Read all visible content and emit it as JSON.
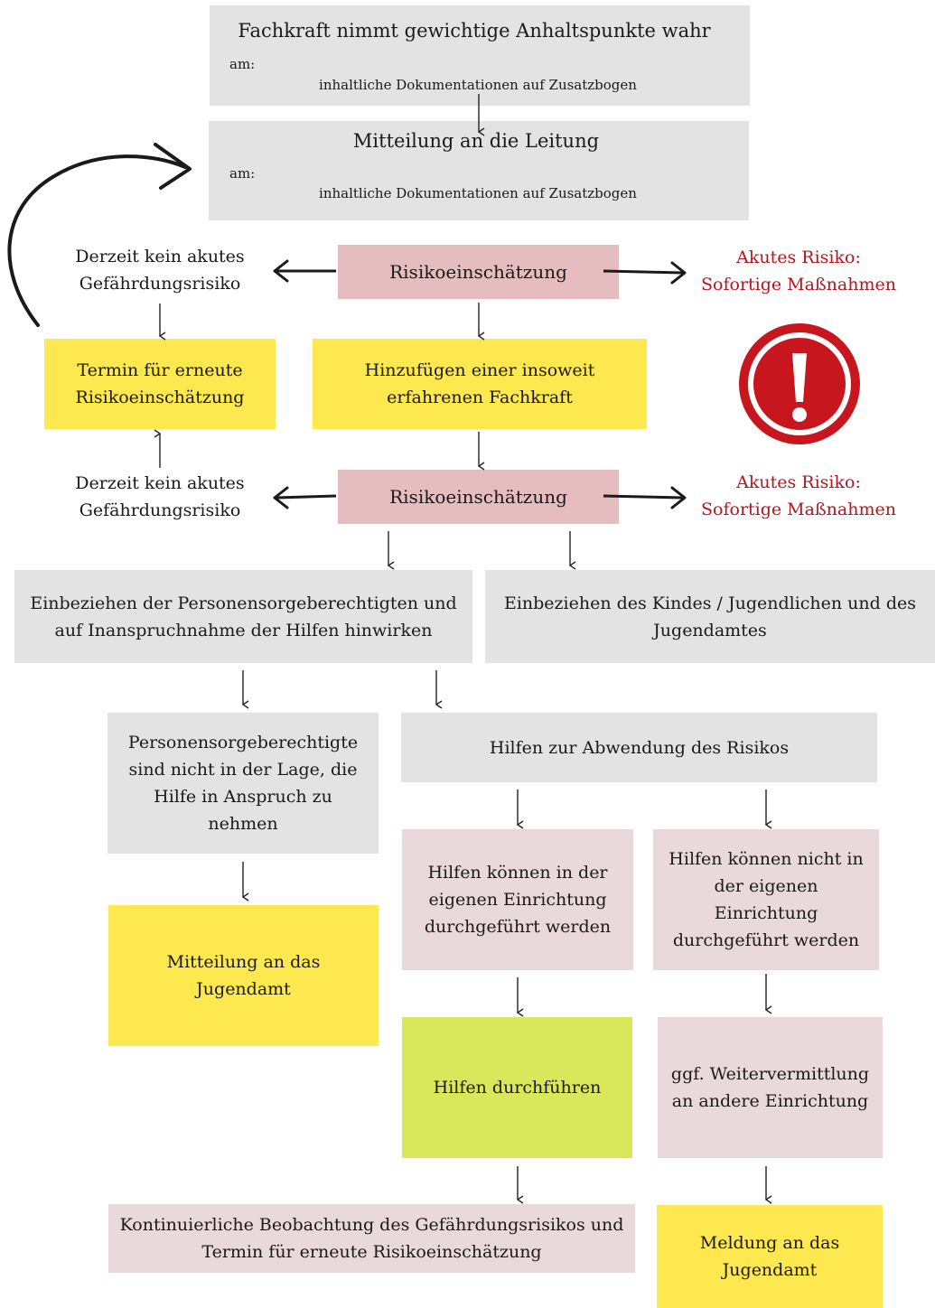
{
  "step1": {
    "title": "Fachkraft nimmt gewichtige Anhaltspunkte wahr",
    "date_label": "am:",
    "doc_note": "inhaltliche Dokumentationen auf Zusatzbogen"
  },
  "step2": {
    "title": "Mitteilung an die Leitung",
    "date_label": "am:",
    "doc_note": "inhaltliche Dokumentationen auf Zusatzbogen"
  },
  "assessment1": {
    "label": "Risikoeinschätzung",
    "no_risk": "Derzeit kein akutes Gefährdungsrisiko",
    "acute_line1": "Akutes Risiko:",
    "acute_line2": "Sofortige Maßnahmen"
  },
  "reassessment_box": "Termin für erneute Risikoeinschätzung",
  "expert_box": "Hinzufügen einer insoweit erfahrenen Fachkraft",
  "assessment2": {
    "label": "Risikoeinschätzung",
    "no_risk": "Derzeit kein akutes Gefährdungsrisiko",
    "acute_line1": "Akutes Risiko:",
    "acute_line2": "Sofortige Maßnahmen"
  },
  "involve_guardians": "Einbeziehen der Personensorgeberechtigten und auf Inanspruchnahme der Hilfen hinwirken",
  "involve_child": "Einbeziehen des Kindes / Jugendlichen und des Jugendamtes",
  "guardians_unable": "Personensorgeberechtigte sind nicht in der Lage, die Hilfe in Anspruch zu nehmen",
  "help_avert": "Hilfen zur Abwendung des Risikos",
  "help_internal": "Hilfen können in der eigenen Einrichtung durchgeführt werden",
  "help_external": "Hilfen können nicht in der eigenen Einrichtung durchgeführt werden",
  "notify_youth_office": "Mitteilung an das Jugendamt",
  "carry_out_help": "Hilfen durchführen",
  "referral": "ggf. Weitervermittlung an andere Einrichtung",
  "continuous_observation": "Kontinuierliche Beobachtung des Gefährdungsrisikos und Termin für erneute Risikoeinschätzung",
  "report_youth_office": "Meldung an das Jugendamt",
  "colors": {
    "gray": "#e3e3e3",
    "pink": "#e6bdbf",
    "light_pink": "#ead9da",
    "yellow": "#fde84f",
    "green": "#d9e75b",
    "alert_red": "#c8161e"
  },
  "icons": [
    "warning-icon"
  ]
}
